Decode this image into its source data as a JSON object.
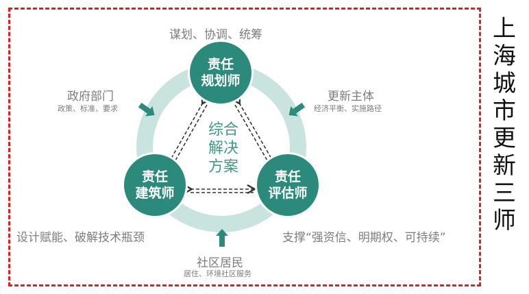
{
  "side_title": [
    "上",
    "海",
    "城",
    "市",
    "更",
    "新",
    "三",
    "师"
  ],
  "center_label": [
    "综合",
    "解决",
    "方案"
  ],
  "nodes": {
    "planner": [
      "责任",
      "规划师"
    ],
    "architect": [
      "责任",
      "建筑师"
    ],
    "assessor": [
      "责任",
      "评估师"
    ]
  },
  "labels": {
    "top": "谋划、协调、统筹",
    "gov_title": "政府部门",
    "gov_sub": "政策、标准、要求",
    "entity_title": "更新主体",
    "entity_sub": "经济平衡、实施路径",
    "architect_desc": "设计赋能、破解技术瓶颈",
    "assessor_desc": "支撑“强资信、明期权、可持续”",
    "resident_title": "社区居民",
    "resident_sub": "居住、环境社区服务"
  },
  "colors": {
    "ring": "#c9e3df",
    "node": "#2b8a7c",
    "border": "#e02020",
    "arrow": "#2b8a7c"
  }
}
